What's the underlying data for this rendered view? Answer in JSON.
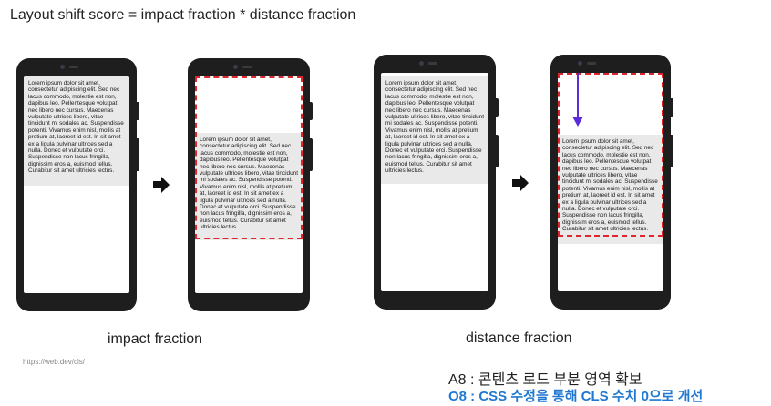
{
  "heading": "Layout shift score = impact fraction * distance fraction",
  "lorem": "Lorem ipsum dolor sit amet, consectetur adipiscing elit. Sed nec lacus commodo, molestie est non, dapibus leo. Pellentesque volutpat nec libero nec cursus. Maecenas vulputate ultrices libero, vitae tincidunt mi sodales ac. Suspendisse potenti. Vivamus enim nisl, mollis at pretium at, laoreet id est. In sit amet ex a ligula pulvinar ultrices sed a nulla. Donec et vulputate orci. Suspendisse non lacus fringilla, dignissim eros a, euismod tellus. Curabitur sit amet ultricies lectus.",
  "captions": {
    "impact": "impact fraction",
    "distance": "distance fraction"
  },
  "source": "https://web.dev/cls/",
  "notes": {
    "a8": "A8 : 콘텐츠 로드 부분 영역 확보",
    "o8": "O8 : CSS 수정을 통해 CLS 수치 0으로 개선"
  },
  "colors": {
    "highlight_box": "#e0262d",
    "distance_arrow": "#5b2bd9",
    "o8_text": "#1f78d1"
  },
  "icons": {
    "transition": "right-arrow-icon",
    "distance": "down-arrow-icon"
  }
}
